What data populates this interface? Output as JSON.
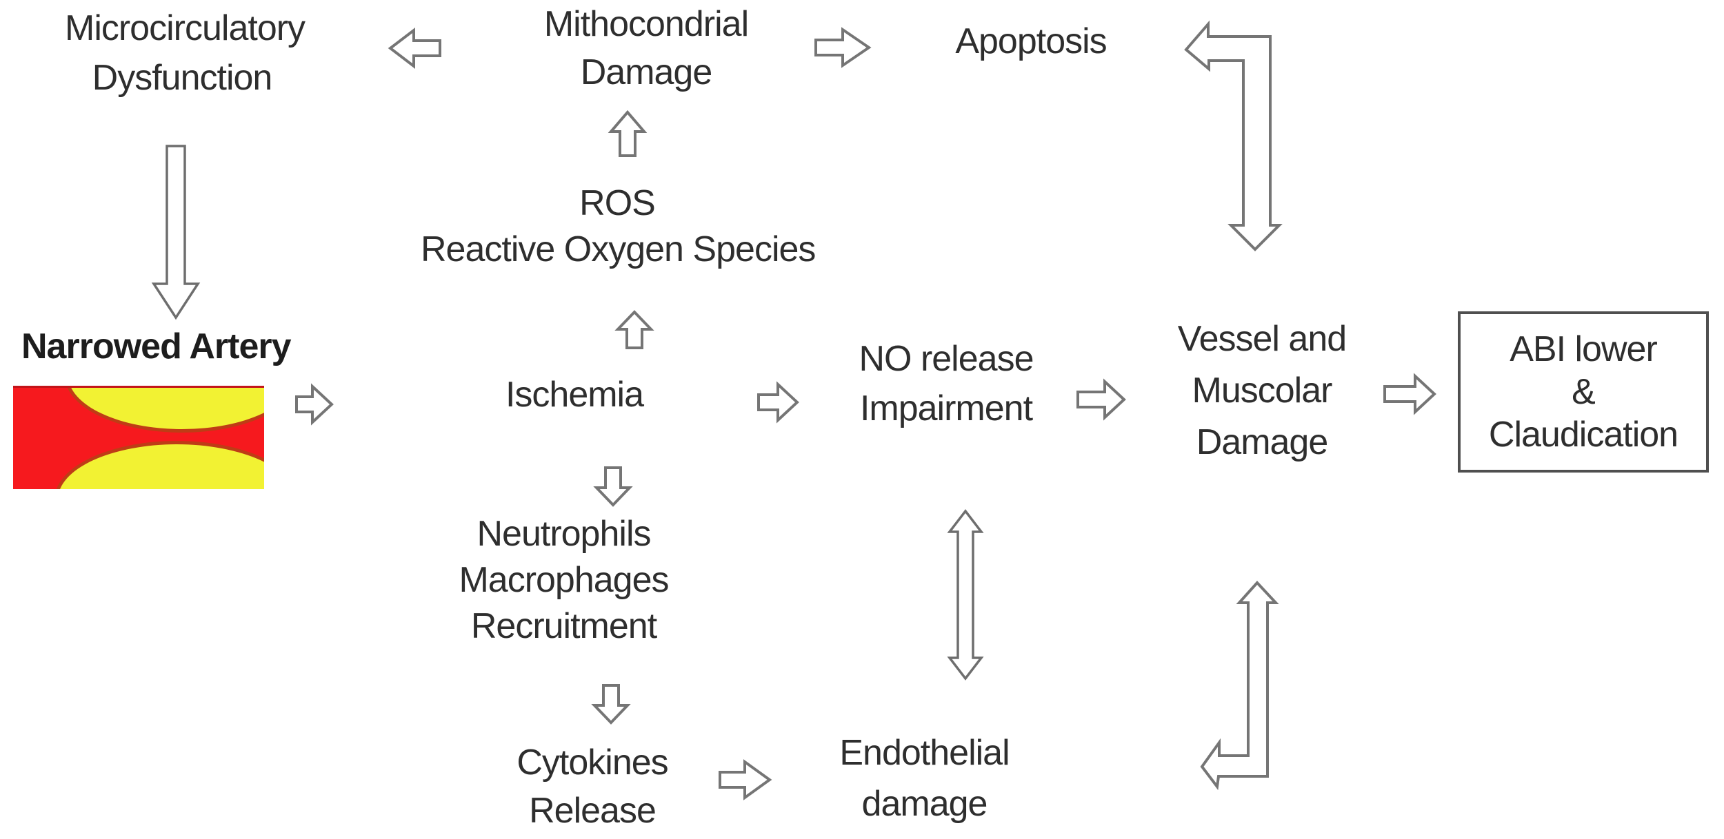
{
  "nodes": {
    "microcirculatory": [
      "Microcirculatory",
      "Dysfunction"
    ],
    "mithocondrial": [
      "Mithocondrial",
      "Damage"
    ],
    "apoptosis": [
      "Apoptosis"
    ],
    "ros": [
      "ROS",
      "Reactive Oxygen Species"
    ],
    "narrowed_artery": [
      "Narrowed Artery"
    ],
    "ischemia": [
      "Ischemia"
    ],
    "no_release": [
      "NO release",
      "Impairment"
    ],
    "vessel_muscolar": [
      "Vessel and",
      "Muscolar",
      "Damage"
    ],
    "abi": [
      "ABI lower",
      "&",
      "Claudication"
    ],
    "neutrophils": [
      "Neutrophils",
      "Macrophages",
      "Recruitment"
    ],
    "cytokines": [
      "Cytokines",
      "Release"
    ],
    "endothelial": [
      "Endothelial",
      "damage"
    ]
  },
  "edges": [
    {
      "from": "mithocondrial-damage",
      "to": "microcirculatory-dysfunction",
      "style": "block-arrow-left"
    },
    {
      "from": "mithocondrial-damage",
      "to": "apoptosis",
      "style": "block-arrow-right"
    },
    {
      "from": "ros",
      "to": "mithocondrial-damage",
      "style": "block-arrow-up"
    },
    {
      "from": "ischemia",
      "to": "ros",
      "style": "block-arrow-up"
    },
    {
      "from": "microcirculatory-dysfunction",
      "to": "narrowed-artery",
      "style": "long-block-arrow-down"
    },
    {
      "from": "narrowed-artery",
      "to": "ischemia",
      "style": "block-arrow-right"
    },
    {
      "from": "ischemia",
      "to": "no-release-impairment",
      "style": "block-arrow-right"
    },
    {
      "from": "no-release-impairment",
      "to": "vessel-and-muscolar-damage",
      "style": "block-arrow-right"
    },
    {
      "from": "vessel-and-muscolar-damage",
      "to": "abi-lower-claudication",
      "style": "block-arrow-right"
    },
    {
      "from": "apoptosis",
      "to": "vessel-and-muscolar-damage",
      "style": "bent-double-headed-arrow"
    },
    {
      "from": "ischemia",
      "to": "neutrophils-macrophages-recruitment",
      "style": "block-arrow-down"
    },
    {
      "from": "neutrophils-macrophages-recruitment",
      "to": "cytokines-release",
      "style": "block-arrow-down"
    },
    {
      "from": "cytokines-release",
      "to": "endothelial-damage",
      "style": "block-arrow-right"
    },
    {
      "from": "no-release-impairment",
      "to": "endothelial-damage",
      "style": "vertical-double-headed-arrow"
    },
    {
      "from": "endothelial-damage",
      "to": "vessel-and-muscolar-damage",
      "style": "bent-double-headed-arrow"
    }
  ],
  "colors": {
    "background": "#ffffff",
    "text": "#2e2e2e",
    "arrow_outline": "#757575",
    "abi_box_border": "#4f4f4f",
    "artery_red": "#f6191e",
    "plaque_yellow": "#f2f233",
    "plaque_border": "#bf3c16"
  }
}
